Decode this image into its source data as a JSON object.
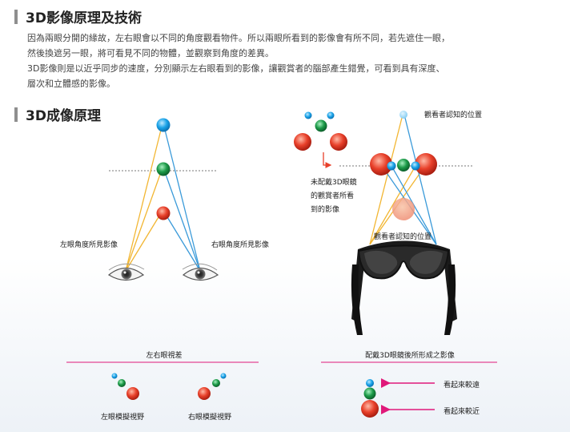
{
  "heading1": "3D影像原理及技術",
  "paragraph": [
    "因為兩眼分開的緣故，左右眼會以不同的角度觀看物件。所以兩眼所看到的影像會有所不同，若先遮住一眼，",
    "然後換遮另一眼，將可看見不同的物體，並觀察到角度的差異。",
    "3D影像則是以近乎同步的速度，分別顯示左右眼看到的影像，讓觀賞者的腦部產生錯覺，可看到具有深度、",
    "層次和立體感的影像。"
  ],
  "heading2": "3D成像原理",
  "left_diagram": {
    "left_eye_label": "左眼角度所見影像",
    "right_eye_label": "右眼角度所見影像",
    "caption": "左右眼視差",
    "left_sim_label": "左眼模擬視野",
    "right_sim_label": "右眼模擬視野"
  },
  "right_diagram": {
    "perceived_top_label": "觀看者認知的位置",
    "no_glasses_label": [
      "未配戴3D眼鏡",
      "的觀賞者所看",
      "到的影像"
    ],
    "perceived_mid_label": "觀看者認知的位置",
    "caption": "配戴3D眼鏡後所形成之影像",
    "far_label": "看起來較遠",
    "near_label": "看起來較近"
  },
  "colors": {
    "blue": "#1aa3e8",
    "green": "#1c9a48",
    "red": "#e8402a",
    "yellow_line": "#f2b632",
    "blue_line": "#3a9ad9",
    "pink": "#e0197a"
  }
}
